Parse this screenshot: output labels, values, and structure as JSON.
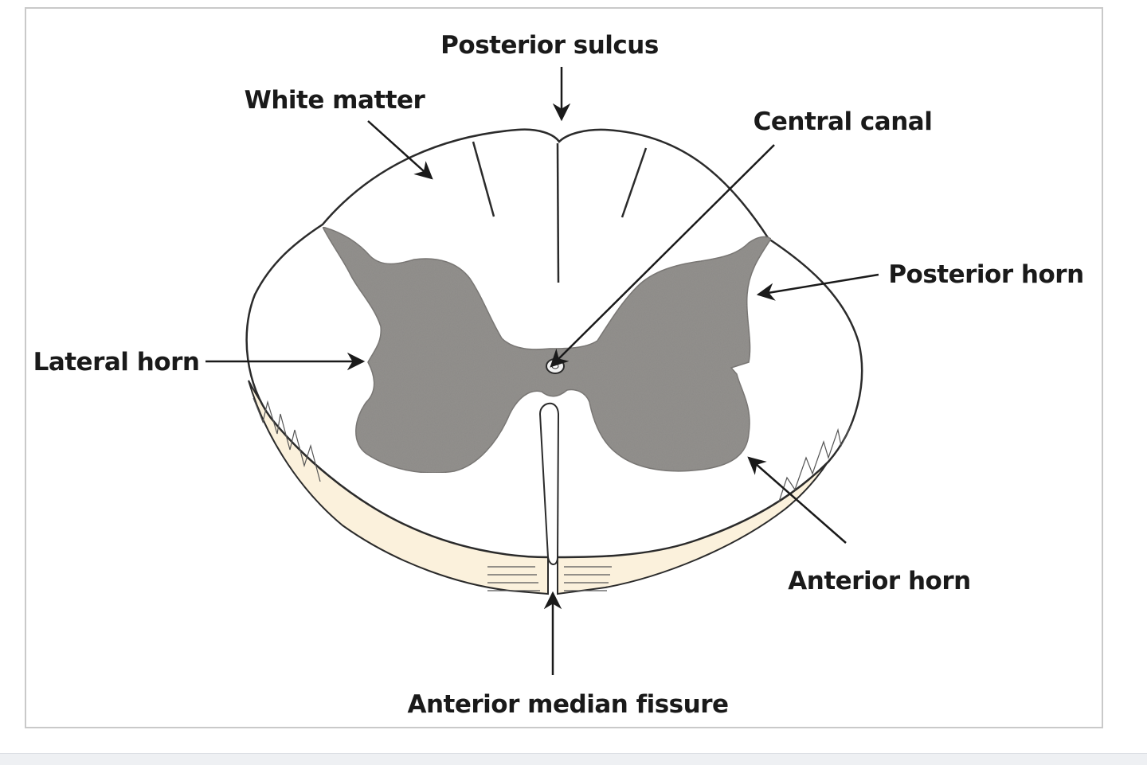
{
  "diagram": {
    "labels": {
      "posterior_sulcus": "Posterior sulcus",
      "white_matter": "White matter",
      "central_canal": "Central canal",
      "posterior_horn": "Posterior horn",
      "lateral_horn": "Lateral horn",
      "anterior_horn": "Anterior horn",
      "anterior_median_fissure": "Anterior median fissure"
    },
    "colors": {
      "gray_matter": "#8c8a87",
      "white_matter": "#ffffff",
      "outline": "#2b2b2b",
      "anterior_band": "#fbf1dc",
      "frame_border": "#c9c9c9"
    }
  }
}
